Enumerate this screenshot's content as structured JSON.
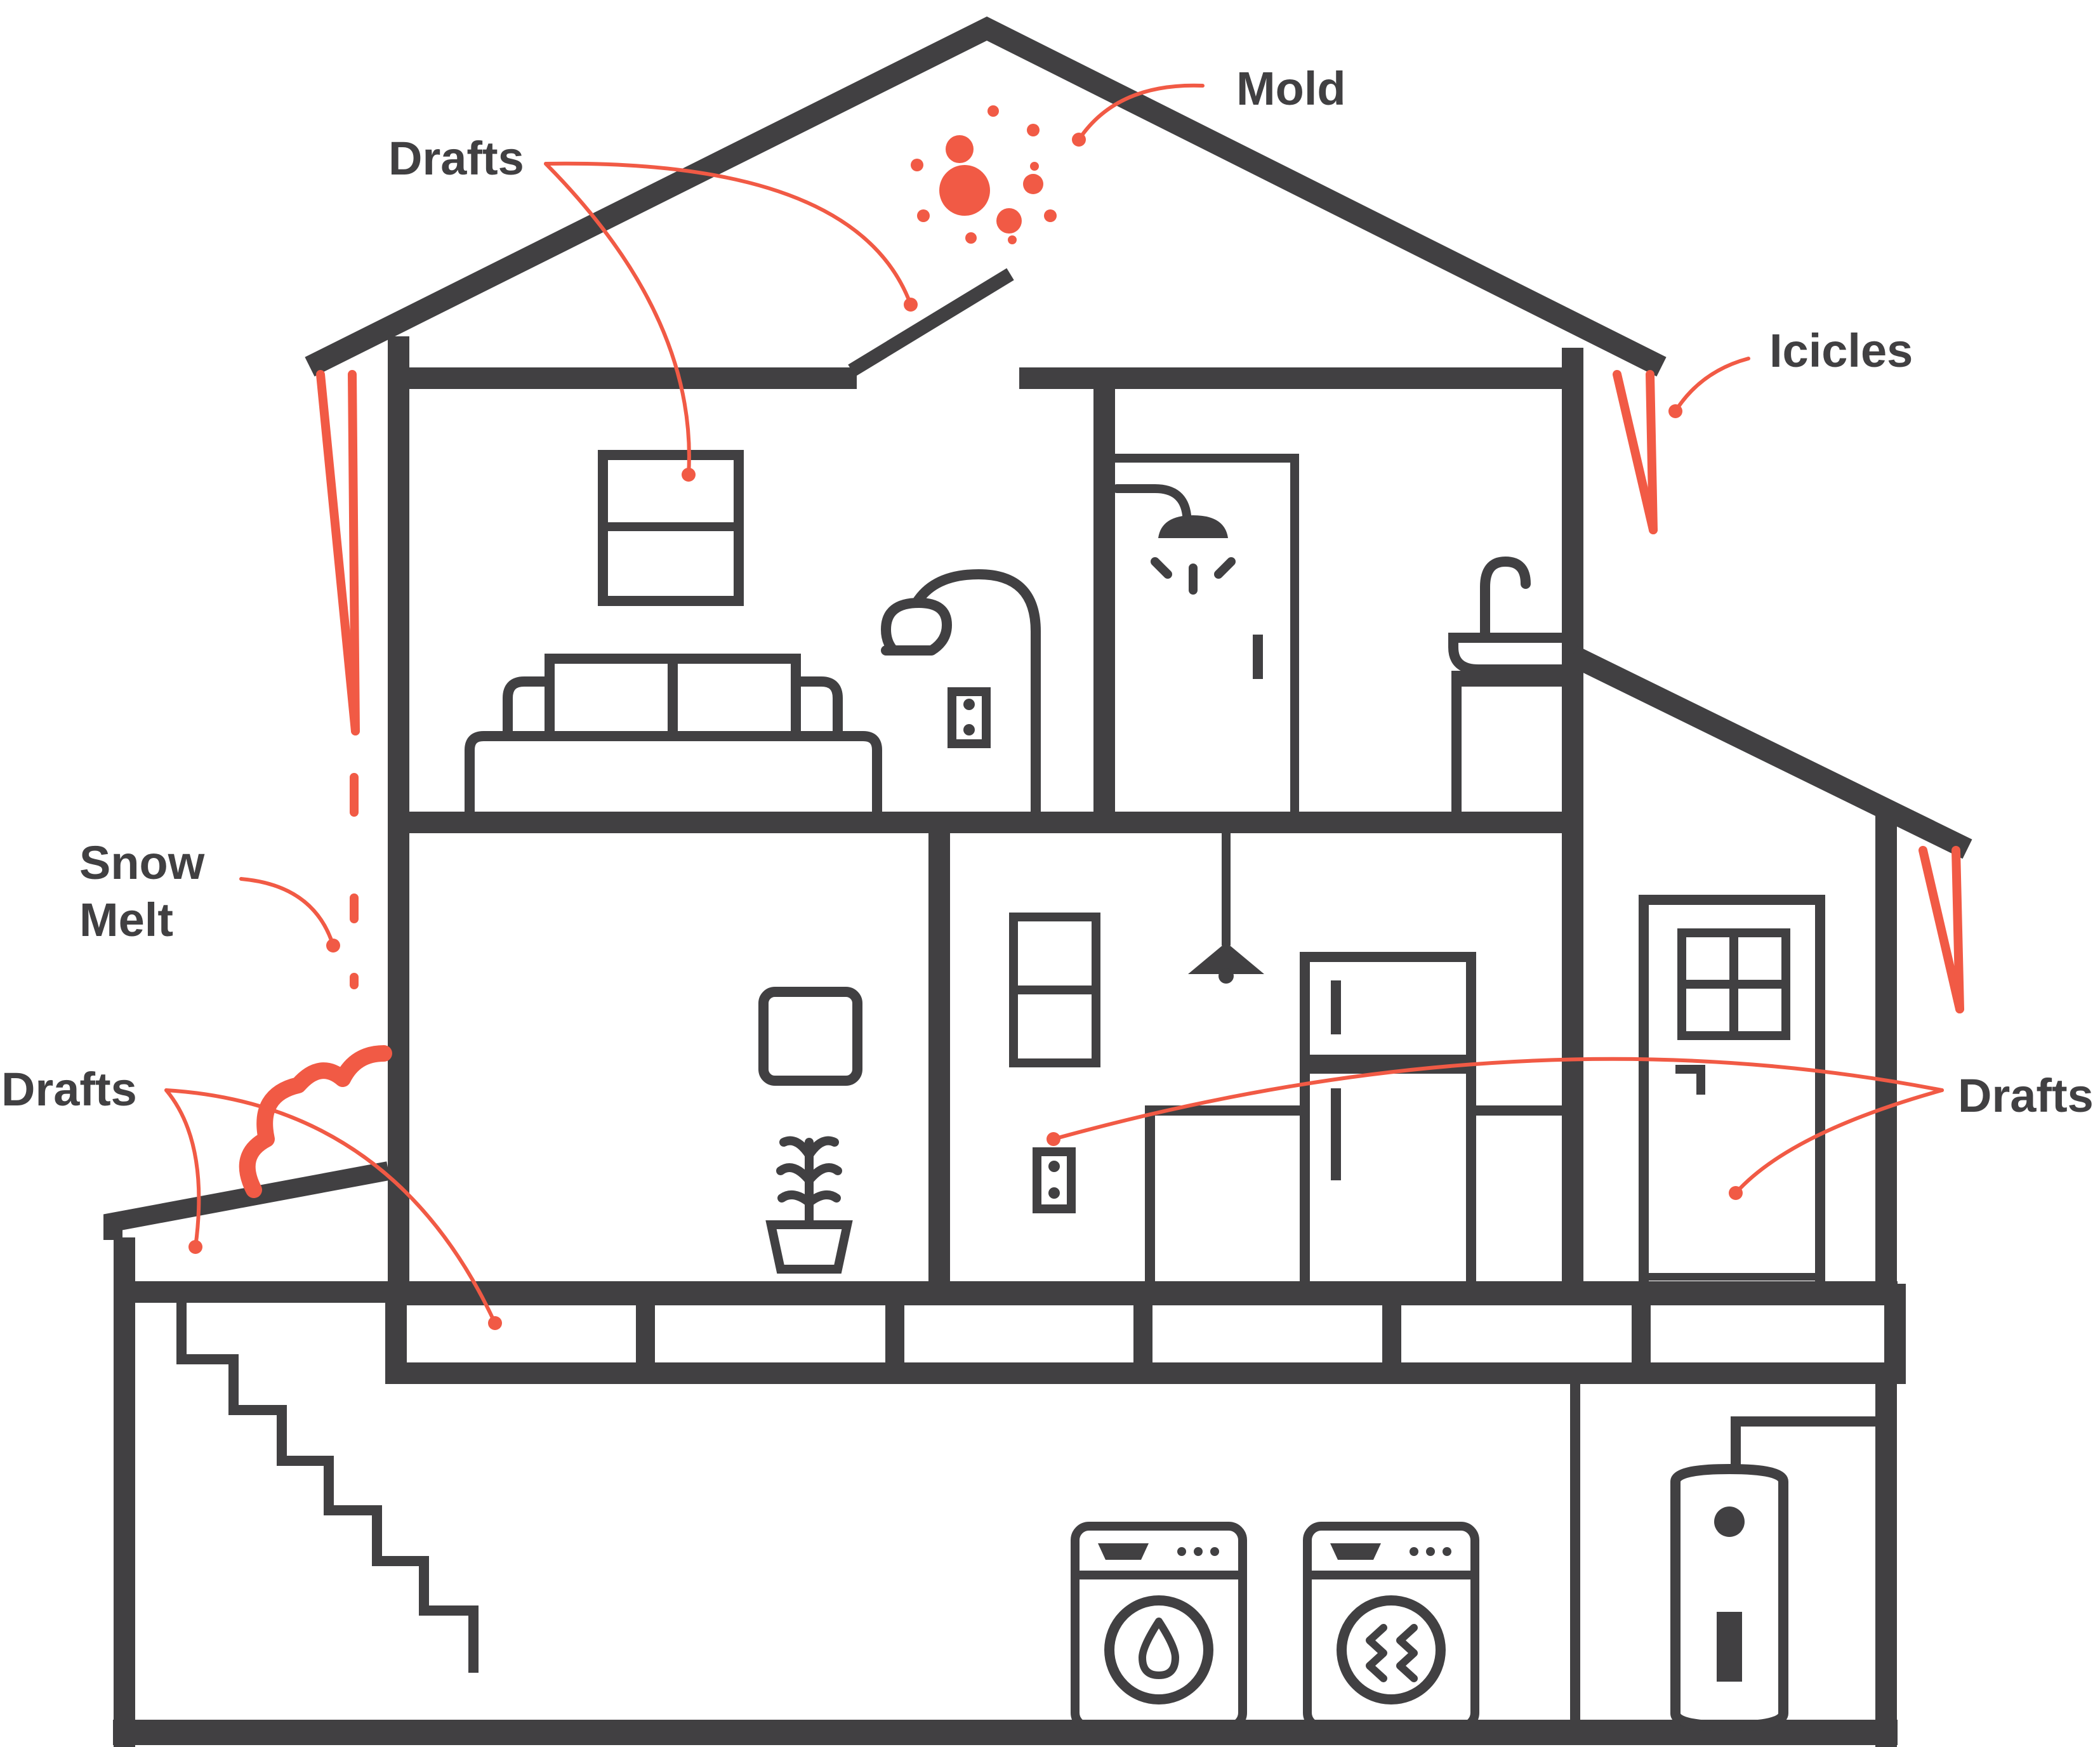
{
  "colors": {
    "structure": "#414042",
    "problem": "#F15A45",
    "background": "#FFFFFF"
  },
  "labels": {
    "mold": "Mold",
    "drafts_attic": "Drafts",
    "icicles": "Icicles",
    "snow_melt_line1": "Snow",
    "snow_melt_line2": "Melt",
    "drafts_left": "Drafts",
    "drafts_right": "Drafts"
  },
  "icons": [
    "mold-spots-icon",
    "icicles-icon",
    "dripping-water-icon",
    "snow-pile-icon",
    "attic-window-icon",
    "sofa-icon",
    "floor-lamp-icon",
    "outlet-icon",
    "shower-icon",
    "sink-icon",
    "picture-frame-icon",
    "plant-pot-icon",
    "pendant-light-icon",
    "refrigerator-icon",
    "kitchen-counter-icon",
    "back-door-icon",
    "staircase-icon",
    "washing-machine-icon",
    "dryer-icon",
    "water-heater-icon"
  ]
}
